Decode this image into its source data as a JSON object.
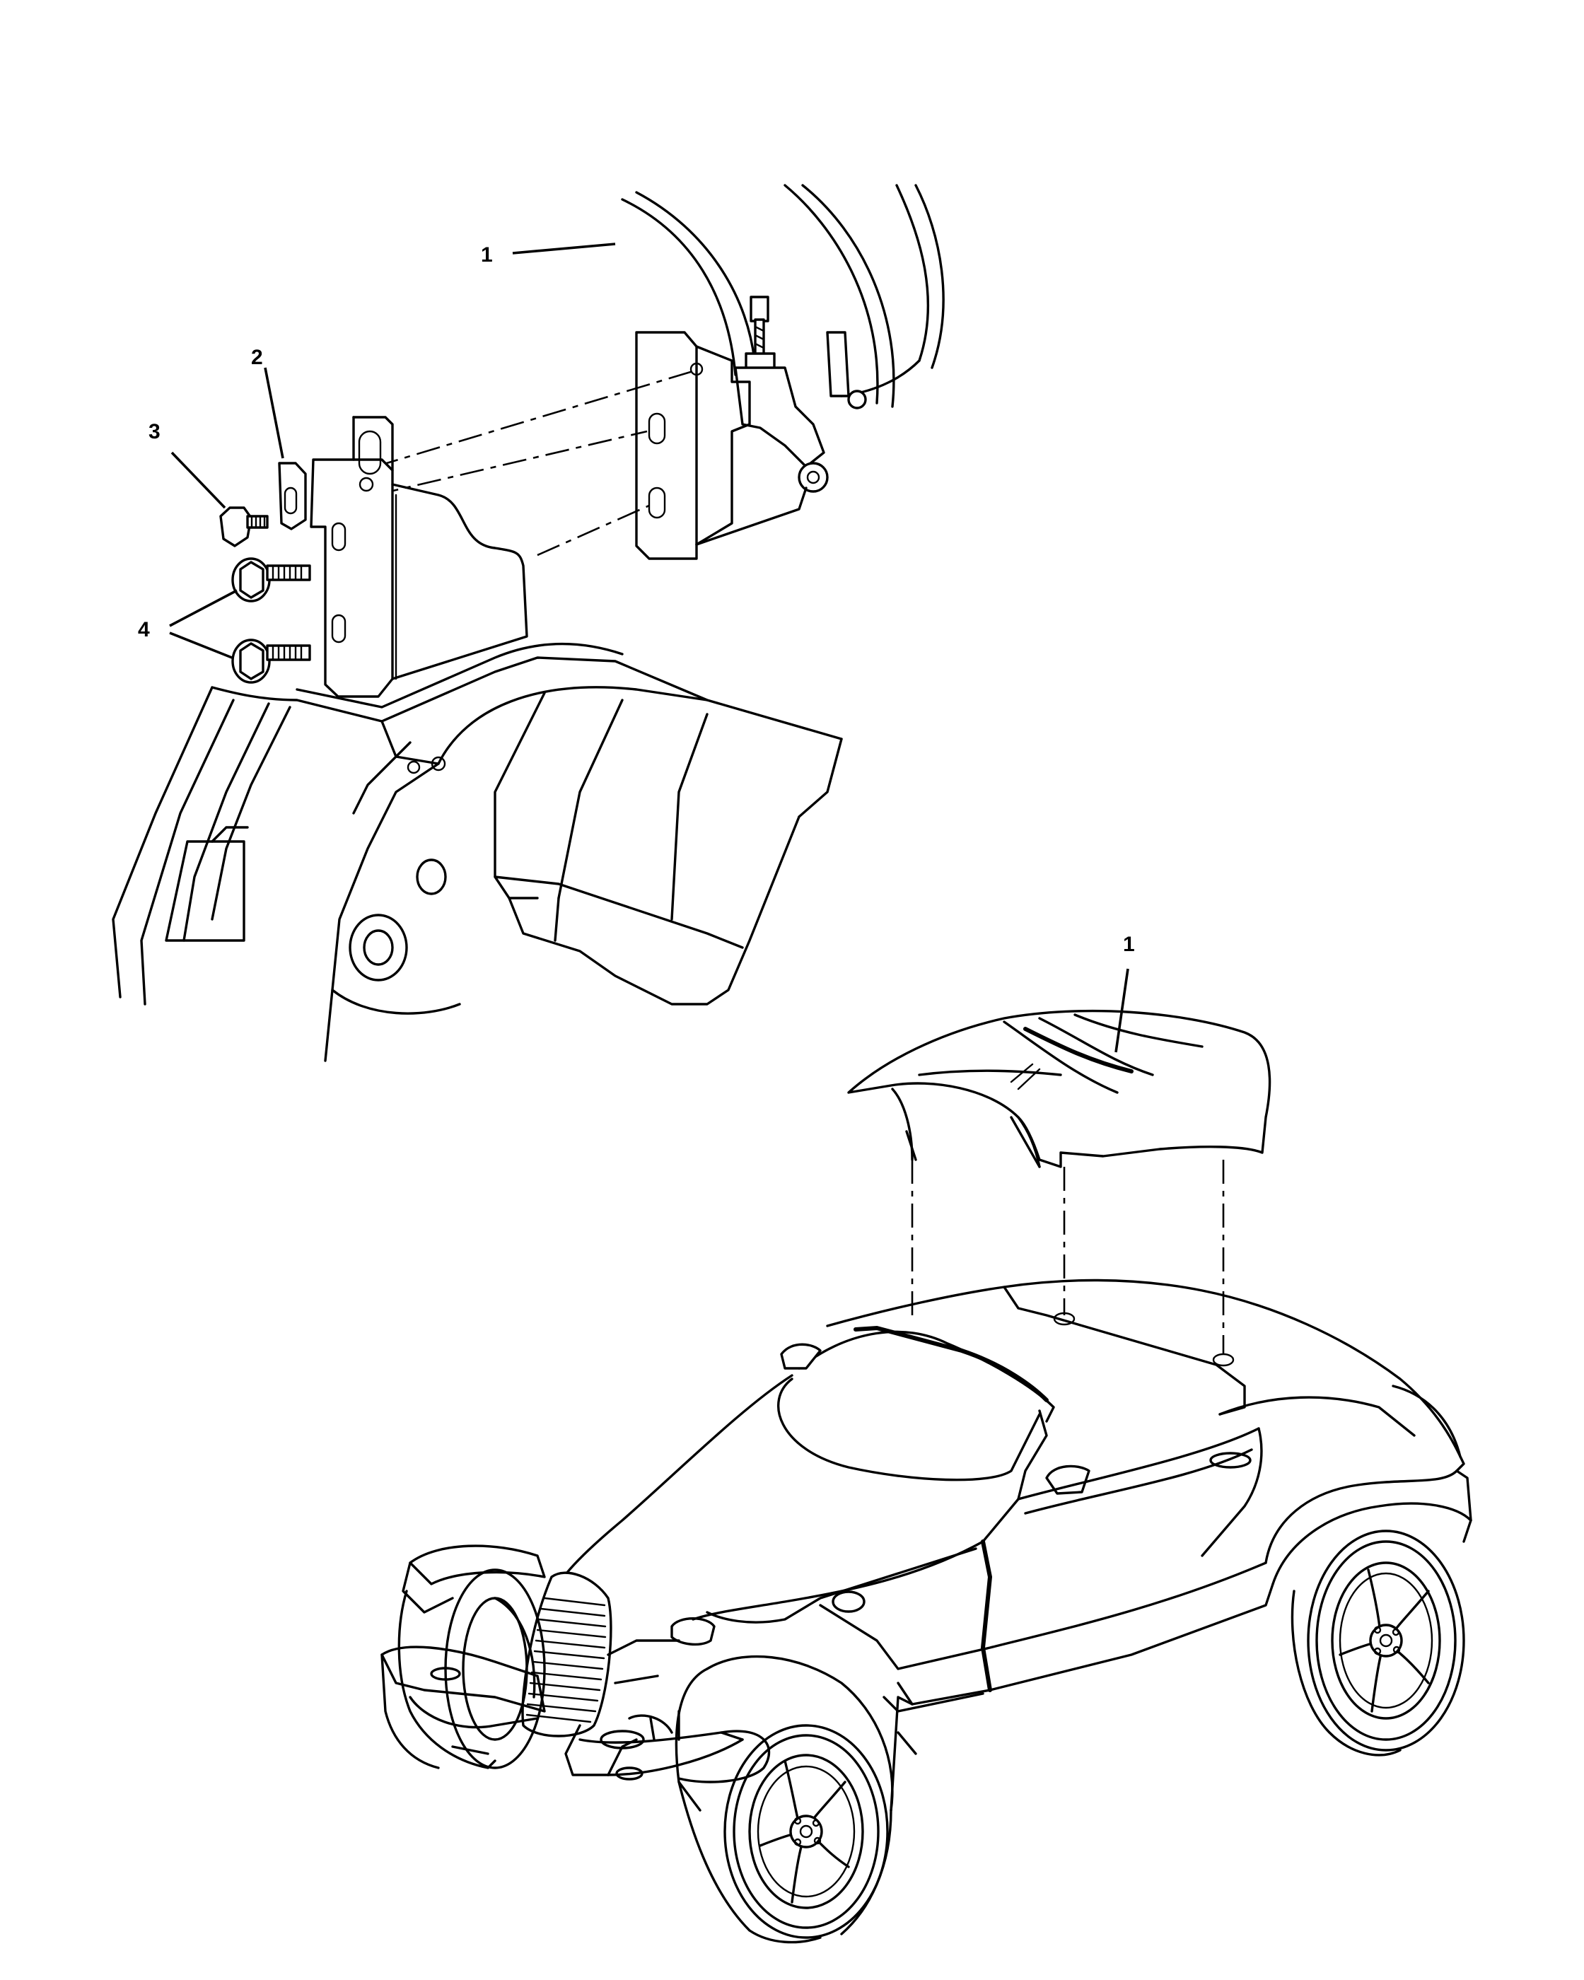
{
  "callouts": {
    "top_roof_panel": "1",
    "bracket": "2",
    "screw": "3",
    "bolts": "4",
    "bottom_roof_panel": "1"
  }
}
